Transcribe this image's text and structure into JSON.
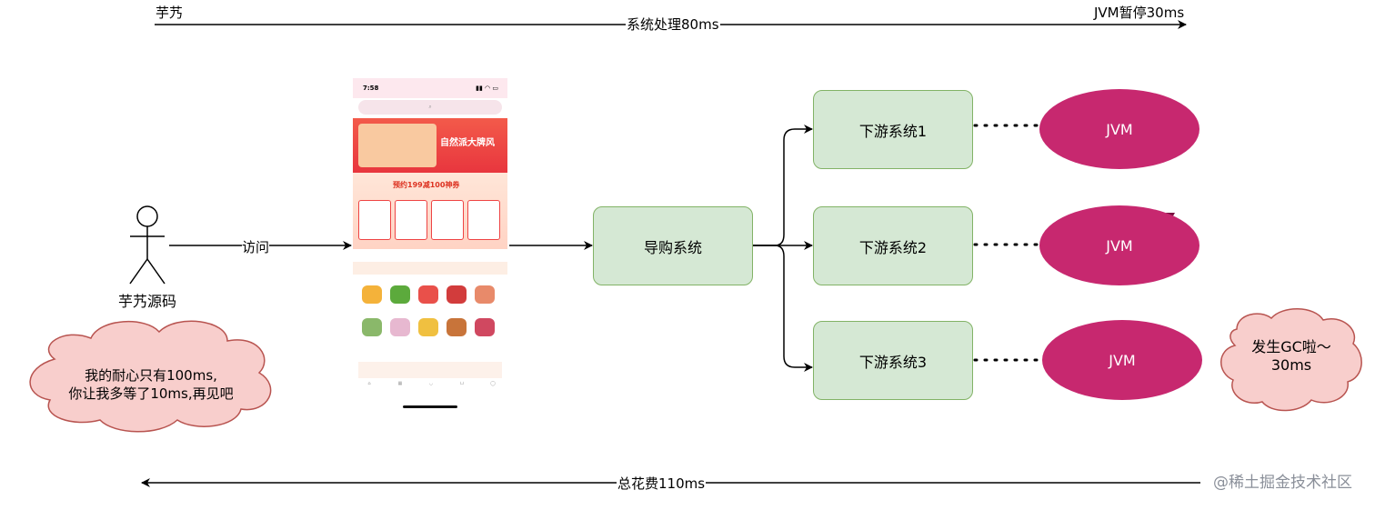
{
  "timeline_top": {
    "left_label": "芋艿",
    "middle_label": "系统处理80ms",
    "right_label": "JVM暂停30ms"
  },
  "timeline_bottom": {
    "label": "总花费110ms"
  },
  "actor": {
    "label": "芋艿源码"
  },
  "access_label": "访问",
  "guide_system": {
    "label": "导购系统"
  },
  "downstream": [
    {
      "label": "下游系统1",
      "jvm_label": "JVM"
    },
    {
      "label": "下游系统2",
      "jvm_label": "JVM"
    },
    {
      "label": "下游系统3",
      "jvm_label": "JVM"
    }
  ],
  "cloud_left": {
    "line1": "我的耐心只有100ms,",
    "line2": "你让我多等了10ms,再见吧"
  },
  "cloud_right": {
    "line1": "发生GC啦～",
    "line2": "30ms"
  },
  "phone": {
    "time": "7:58",
    "banner_text": "自然派大牌风",
    "promo_text": "预约199减100神券"
  },
  "watermark": "@稀土掘金技术社区",
  "colors": {
    "box_fill": "#d5e8d4",
    "box_stroke": "#82b366",
    "jvm_fill": "#c7286f",
    "cloud_fill": "#f8cecc",
    "cloud_stroke": "#b85450"
  }
}
